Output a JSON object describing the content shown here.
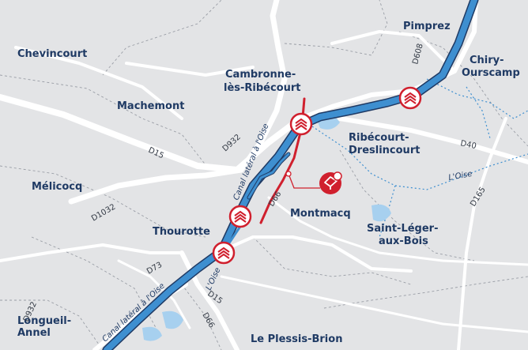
{
  "towns": {
    "chevincourt": "Chevincourt",
    "machemont": "Machemont",
    "melicocq": "Mélicocq",
    "thourotte": "Thourotte",
    "longueil_1": "Longueil-",
    "longueil_2": "Annel",
    "cambronne_1": "Cambronne-",
    "cambronne_2": "lès-Ribécourt",
    "ribecourt_1": "Ribécourt-",
    "ribecourt_2": "Dreslincourt",
    "montmacq": "Montmacq",
    "saint_leger_1": "Saint-Léger-",
    "saint_leger_2": "aux-Bois",
    "pimprez": "Pimprez",
    "chiry_1": "Chiry-",
    "chiry_2": "Ourscamp",
    "plessis": "Le Plessis-Brion"
  },
  "roads": {
    "d932_top": "D932",
    "d15_left": "D15",
    "d1032": "D1032",
    "d66_mid": "D66",
    "d73": "D73",
    "d15_bottom": "D15",
    "d932_bottom": "D932",
    "d66_bottom": "D66",
    "d608": "D608",
    "d40": "D40",
    "d165": "D165"
  },
  "waterways": {
    "canal_upper": "Canal latéral à l'Oise",
    "canal_lower": "Canal latéral à l'Oise",
    "oise_east": "L'Oise",
    "oise_south": "L'Oise"
  },
  "icons": {
    "lock": "lock-icon",
    "works": "worksite-icon"
  },
  "colors": {
    "land": "#e3e4e6",
    "road": "#ffffff",
    "canal": "#3e8fd0",
    "canal_outline": "#1f3a64",
    "accent": "#d0202e",
    "label": "#1f3a64"
  }
}
